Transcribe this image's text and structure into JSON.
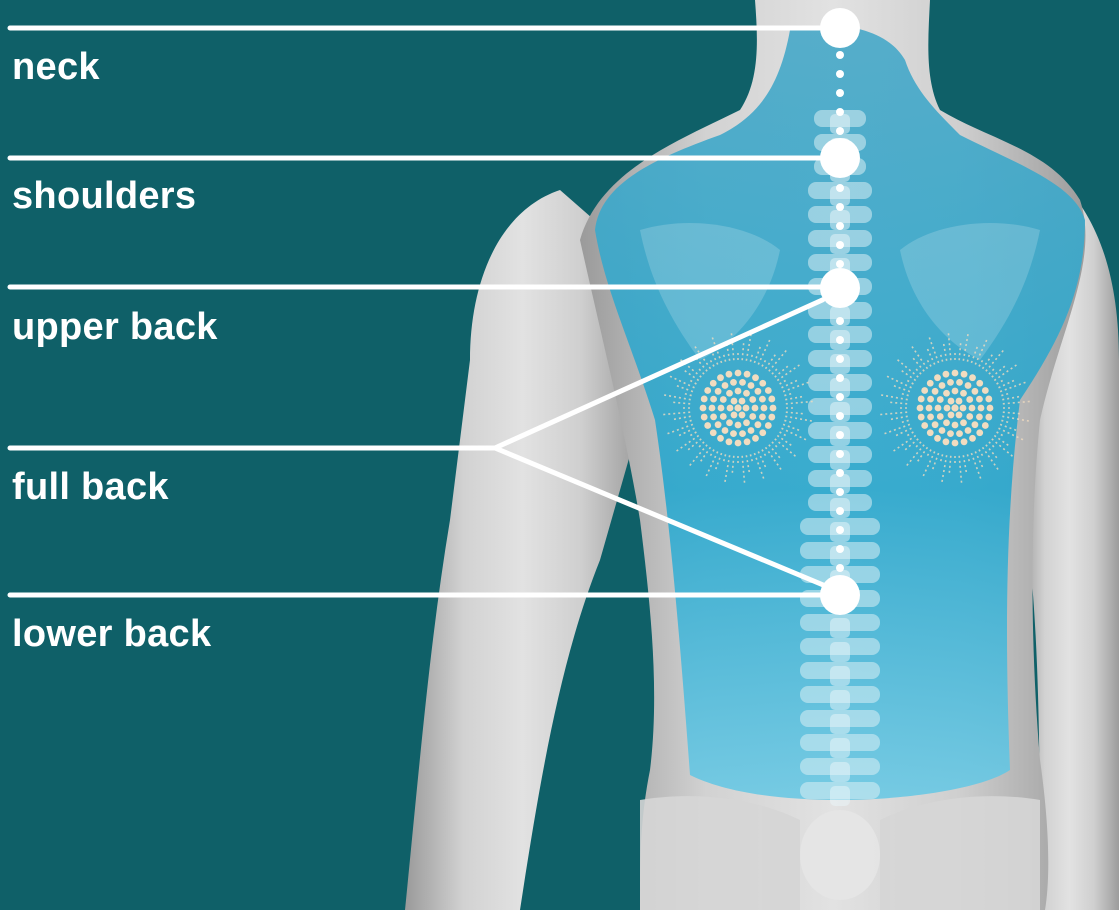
{
  "zones": [
    {
      "id": "neck",
      "label": "neck"
    },
    {
      "id": "shoulders",
      "label": "shoulders"
    },
    {
      "id": "upper-back",
      "label": "upper back"
    },
    {
      "id": "full-back",
      "label": "full back"
    },
    {
      "id": "lower-back",
      "label": "lower back"
    }
  ],
  "icons": {
    "heat_spots": "heat-radiance-icon",
    "figure": "human-back-anatomy"
  },
  "colors": {
    "background": "#0f6068",
    "body": "#cfcfcf",
    "highlight": "#3bb7d6",
    "marker": "#ffffff",
    "heat": "#f1dcc0"
  }
}
